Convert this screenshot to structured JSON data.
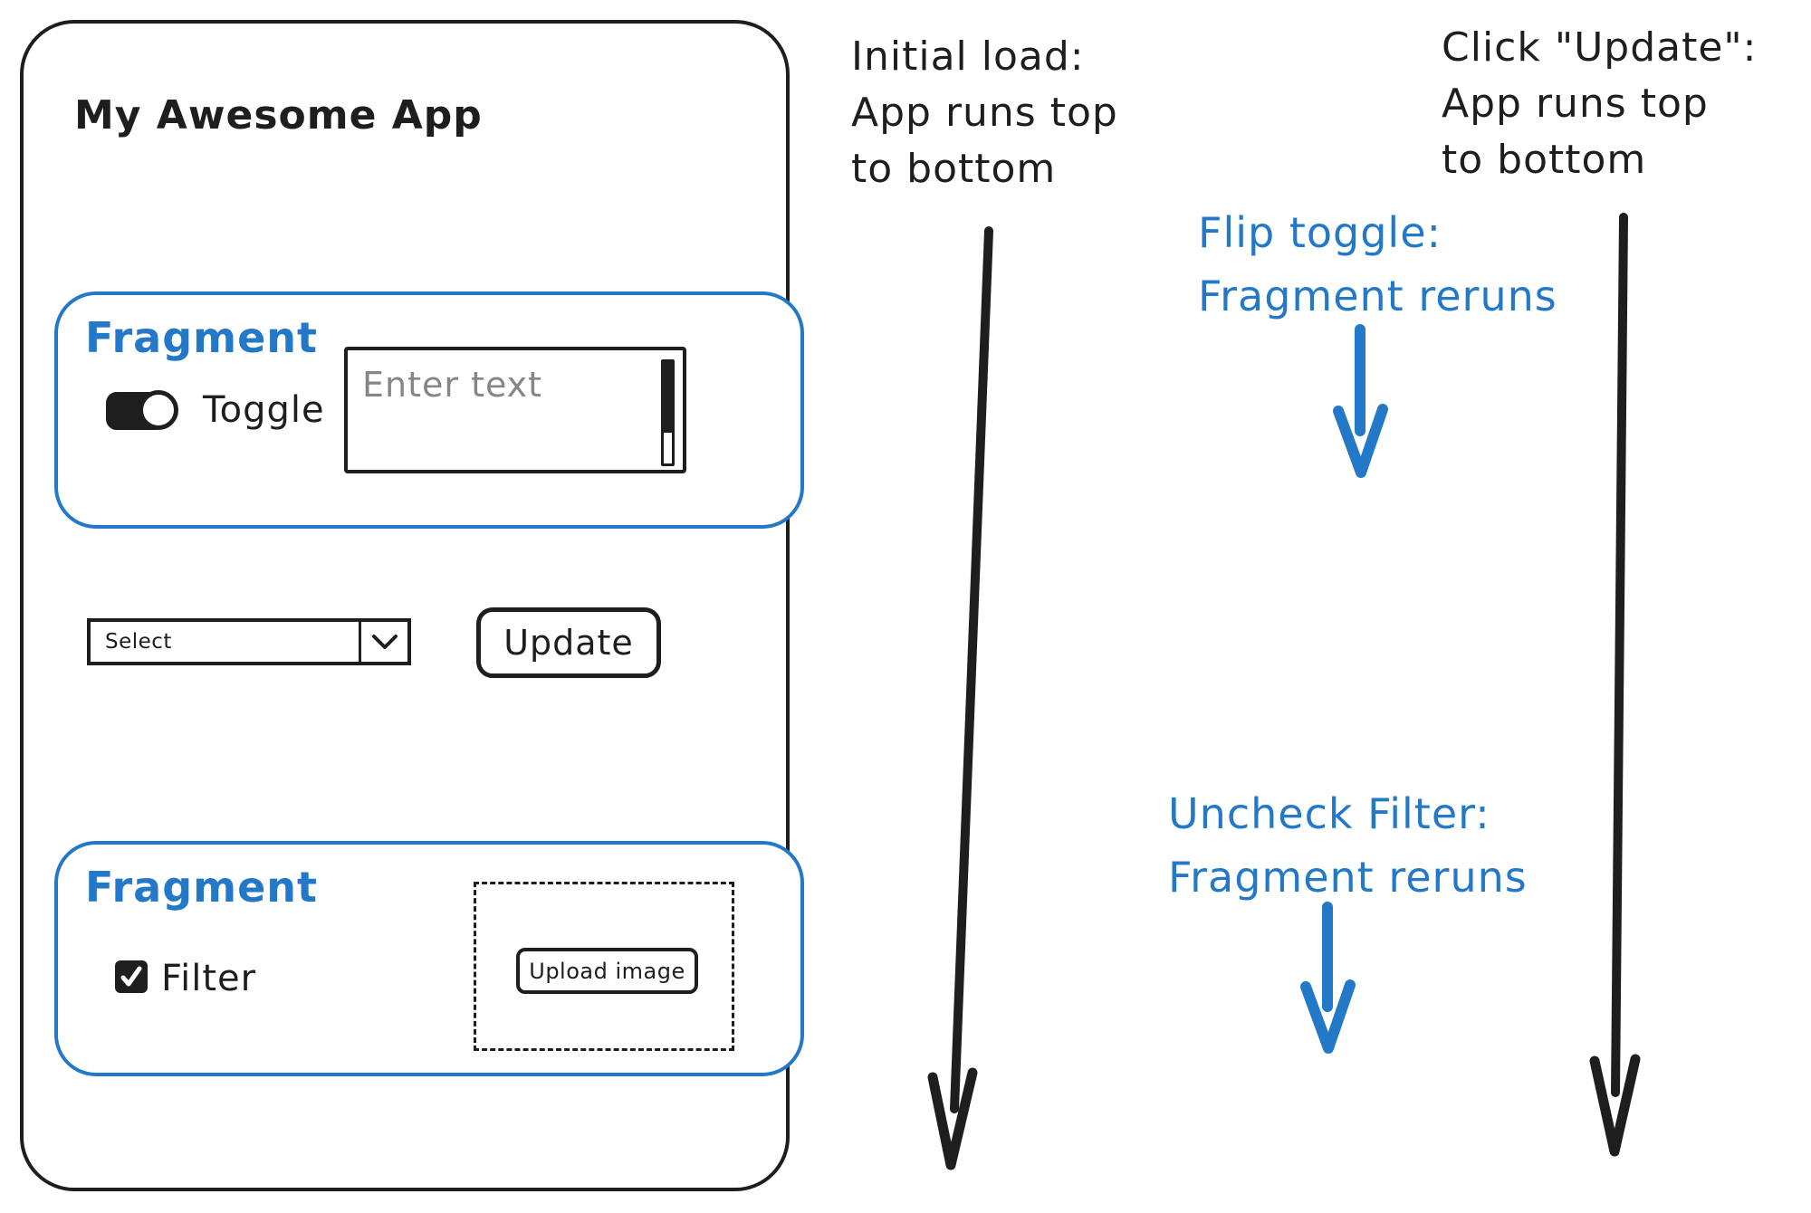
{
  "colors": {
    "ink": "#1e1e1e",
    "blue": "#2478c8",
    "gray_placeholder": "#868686"
  },
  "app_mockup": {
    "title": "My Awesome App",
    "fragment1": {
      "label": "Fragment",
      "toggle_label": "Toggle",
      "toggle_state": "on",
      "text_input_placeholder": "Enter text"
    },
    "select_value": "Select",
    "update_button_label": "Update",
    "fragment2": {
      "label": "Fragment",
      "checkbox_label": "Filter",
      "checkbox_state": "checked",
      "upload_button_label": "Upload image"
    }
  },
  "annotations": {
    "initial_load": {
      "color": "black",
      "lines": [
        "Initial load:",
        "App runs top",
        "to bottom"
      ]
    },
    "flip_toggle": {
      "color": "blue",
      "lines": [
        "Flip toggle:",
        "Fragment reruns"
      ]
    },
    "uncheck_filter": {
      "color": "blue",
      "lines": [
        "Uncheck Filter:",
        "Fragment reruns"
      ]
    },
    "click_update": {
      "color": "black",
      "lines": [
        "Click \"Update\":",
        "App runs top",
        "to bottom"
      ]
    }
  }
}
